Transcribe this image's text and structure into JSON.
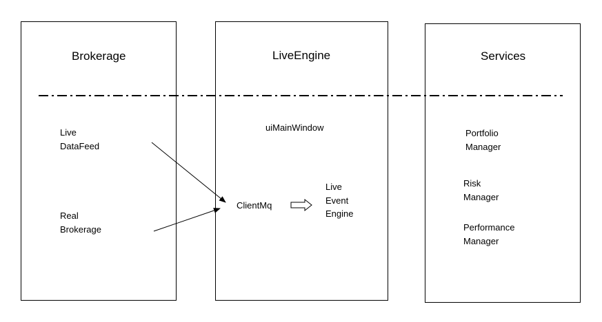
{
  "boxes": {
    "brokerage": {
      "title": "Brokerage",
      "items": {
        "live_datafeed": [
          "Live",
          "DataFeed"
        ],
        "real_brokerage": [
          "Real",
          "Brokerage"
        ]
      }
    },
    "liveengine": {
      "title": "LiveEngine",
      "items": {
        "ui_main_window": [
          "uiMainWindow"
        ],
        "client_mq": [
          "ClientMq"
        ],
        "live_event_engine": [
          "Live",
          "Event",
          "Engine"
        ]
      }
    },
    "services": {
      "title": "Services",
      "items": {
        "portfolio_manager": [
          "Portfolio",
          "Manager"
        ],
        "risk_manager": [
          "Risk",
          "Manager"
        ],
        "performance_manager": [
          "Performance",
          "Manager"
        ]
      }
    }
  },
  "colors": {
    "line": "#000000",
    "background": "#ffffff"
  }
}
